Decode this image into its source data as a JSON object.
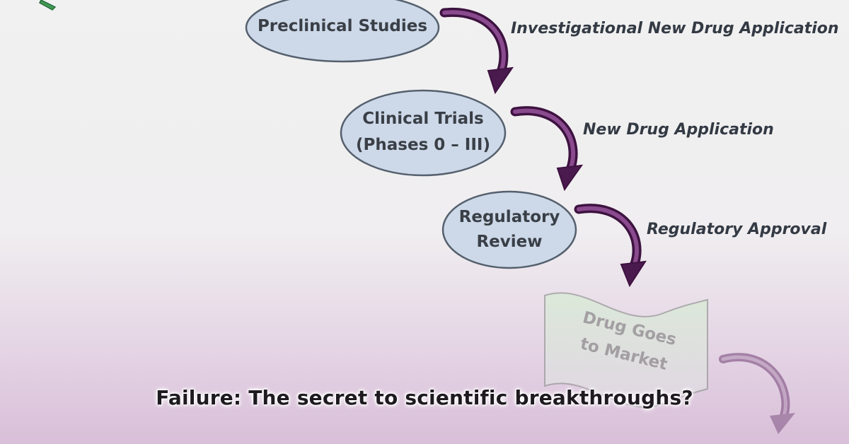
{
  "diagram": {
    "nodes": {
      "preclinical": "Preclinical Studies",
      "clinical_line1": "Clinical Trials",
      "clinical_line2": "(Phases 0 – III)",
      "regulatory_line1": "Regulatory",
      "regulatory_line2": "Review",
      "market_line1": "Drug Goes",
      "market_line2": "to Market"
    },
    "edges": {
      "ind": "Investigational New Drug Application",
      "nda": "New Drug Application",
      "approval": "Regulatory Approval"
    },
    "colors": {
      "ellipse_fill": "#cdd9e8",
      "ellipse_stroke": "#55606e",
      "arrow": "#5a1f5e",
      "flag_fill": "#dbeedb",
      "corner_marker": "#3f9a55"
    }
  },
  "caption": "Failure: The secret to scientific breakthroughs?"
}
